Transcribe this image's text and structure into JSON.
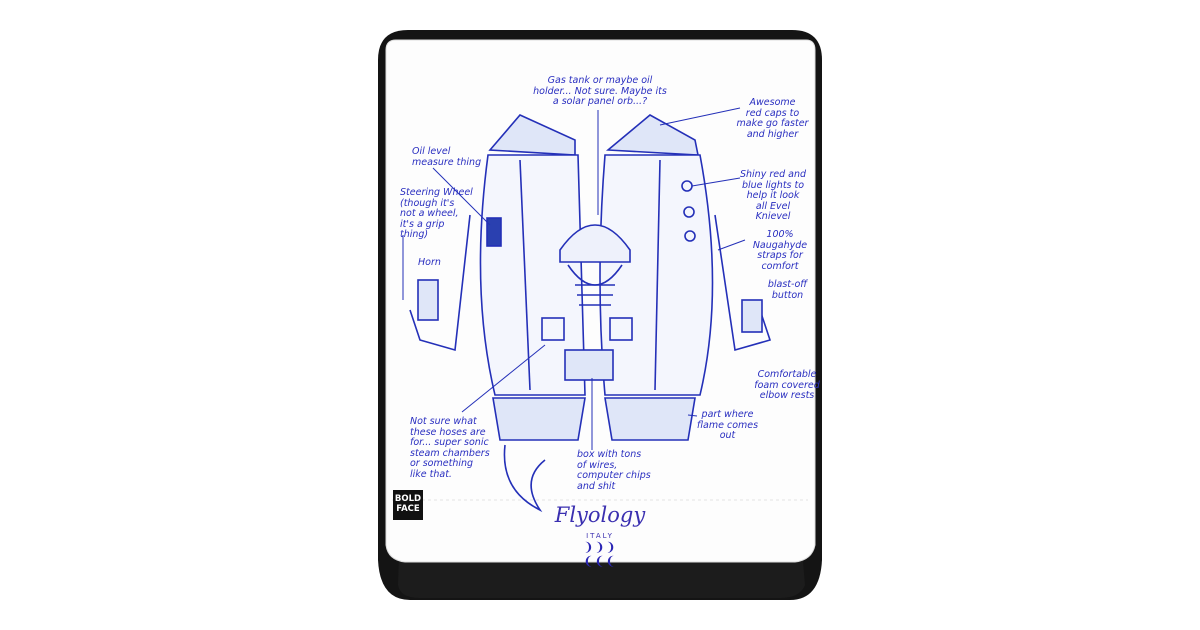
{
  "product": {
    "type": "backpack",
    "body_color": "#111111",
    "flap_color": "#fdfdfd",
    "ink_color": "#2a2fc0"
  },
  "tag": {
    "label": "BOLD FACE"
  },
  "branding": {
    "name": "Flyology",
    "country": "ITALY",
    "emblem": "laurel-icon"
  },
  "annotations": {
    "gas_tank": "Gas tank or maybe oil\nholder... Not sure. Maybe its\na solar panel orb...?",
    "red_caps": "Awesome\nred caps to\nmake go faster\nand higher",
    "oil_level": "Oil level\nmeasure thing",
    "steering": "Steering Wheel\n(though it's\nnot a wheel,\nit's a grip\nthing)",
    "horn": "Horn",
    "lights": "Shiny red and\nblue lights to\nhelp it look\nall Evel\nKnievel",
    "straps": "100% Naugahyde\nstraps for\ncomfort",
    "blast_off": "blast-off\nbutton",
    "elbow_rests": "Comfortable\nfoam covered\nelbow rests",
    "flame": "part where\nflame comes\nout",
    "hoses": "Not sure what\nthese hoses are\nfor... super sonic\nsteam chambers\nor something\nlike that.",
    "box": "box with tons\nof wires,\ncomputer chips\nand shit"
  }
}
